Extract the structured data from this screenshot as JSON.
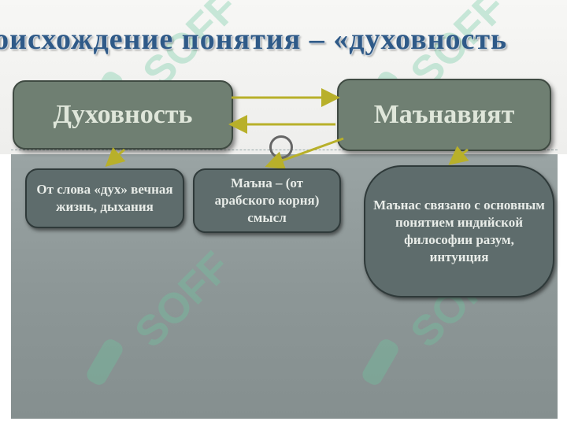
{
  "slide": {
    "title": "роисхождение понятия – «духовность",
    "box_left": "Духовность",
    "box_right": "Маънавият",
    "note_left": "От слова «дух» вечная жизнь, дыхания",
    "note_middle": "Маъна – (от арабского корня) смысл",
    "note_right": "Маънас связано с основным понятием индийской философии разум, интуиция"
  },
  "watermark": "SOFF",
  "colors": {
    "title": "#2f5a88",
    "arrow": "#b8b02a",
    "big_box": "#6f7f72",
    "small_box": "#5e6c6c"
  }
}
